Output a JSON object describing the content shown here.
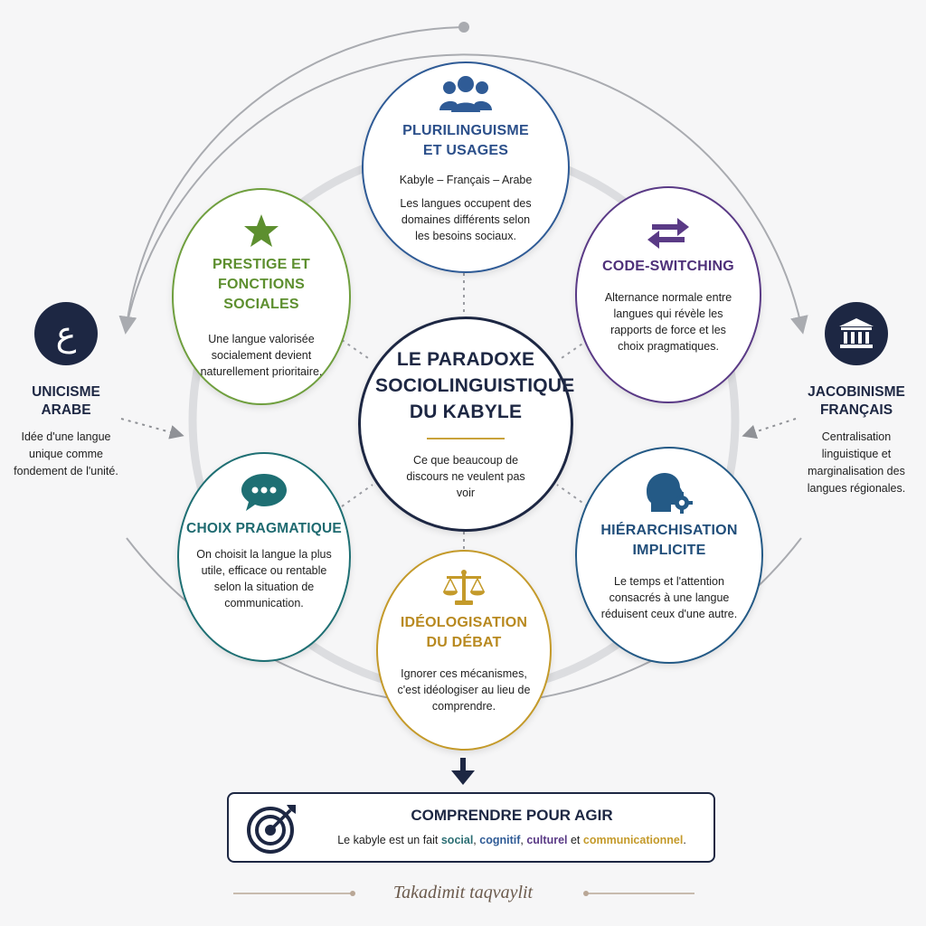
{
  "colors": {
    "navy": "#1d2743",
    "blue": "#2f5b96",
    "green": "#6f9f3e",
    "purple": "#5a3a86",
    "teal": "#1e6f73",
    "gold": "#c49a2a",
    "ring": "#d9dadd",
    "arc": "#a9abb0"
  },
  "center": {
    "title": "LE PARADOXE SOCIOLINGUISTIQUE DU KABYLE",
    "subtitle": "Ce que beaucoup de discours ne veulent pas voir"
  },
  "nodes": {
    "plurilinguisme": {
      "icon": "users-icon",
      "title": "PLURILINGUISME ET USAGES",
      "languages": "Kabyle – Français – Arabe",
      "description": "Les langues occupent des domaines différents selon les besoins sociaux."
    },
    "prestige": {
      "icon": "star-icon",
      "title": "PRESTIGE ET FONCTIONS SOCIALES",
      "description": "Une langue valorisée socialement devient naturellement prioritaire."
    },
    "codeswitching": {
      "icon": "arrows-exchange-icon",
      "title": "CODE-SWITCHING",
      "description": "Alternance normale entre langues qui révèle les rapports de force et les choix pragmatiques."
    },
    "choix": {
      "icon": "chat-bubble-icon",
      "title": "CHOIX PRAGMATIQUE",
      "description": "On choisit la langue la plus utile, efficace ou rentable selon la situation de communication."
    },
    "hierarchisation": {
      "icon": "head-gear-icon",
      "title": "HIÉRARCHISATION IMPLICITE",
      "description": "Le temps et l'attention consacrés à une langue réduisent ceux d'une autre."
    },
    "ideologisation": {
      "icon": "scales-icon",
      "title": "IDÉOLOGISATION DU DÉBAT",
      "description": "Ignorer ces mécanismes, c'est idéologiser au lieu de comprendre."
    }
  },
  "sides": {
    "unicisme": {
      "icon": "arabic-letter-icon",
      "glyph": "ع",
      "title": "UNICISME ARABE",
      "description": "Idée d'une langue unique comme fondement de l'unité."
    },
    "jacobinisme": {
      "icon": "institution-icon",
      "title": "JACOBINISME FRANÇAIS",
      "description": "Centralisation linguistique et marginalisation des langues régionales."
    }
  },
  "bottom": {
    "icon": "target-icon",
    "title": "COMPRENDRE POUR AGIR",
    "prefix": "Le kabyle est un fait ",
    "kw_social": "social",
    "sep1": ", ",
    "kw_cognitif": "cognitif",
    "sep2": ", ",
    "kw_culturel": "culturel",
    "sep3": " et ",
    "kw_communicationnel": "communicationnel",
    "suffix": "."
  },
  "footer": "Takadimit taqvaylit"
}
